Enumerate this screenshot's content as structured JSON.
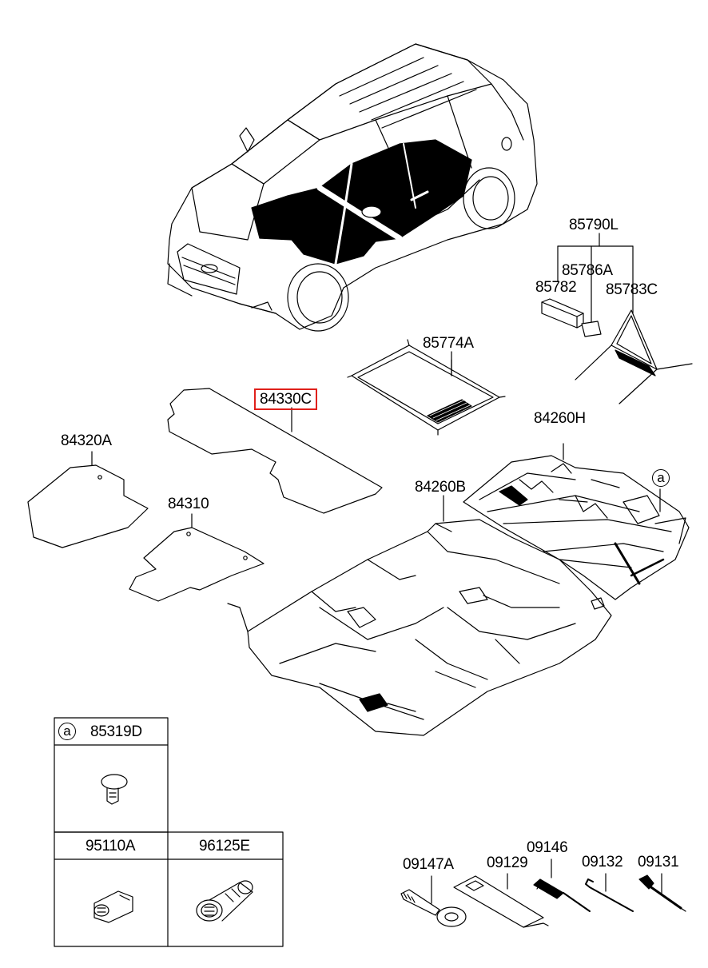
{
  "parts": {
    "p85790L": "85790L",
    "p85786A": "85786A",
    "p85782": "85782",
    "p85783C": "85783C",
    "p85774A": "85774A",
    "p84330C": "84330C",
    "p84320A": "84320A",
    "p84260H": "84260H",
    "p84260B": "84260B",
    "p84310": "84310",
    "p85319D": "85319D",
    "p95110A": "95110A",
    "p96125E": "96125E",
    "p09147A": "09147A",
    "p09129": "09129",
    "p09146": "09146",
    "p09132": "09132",
    "p09131": "09131"
  },
  "markers": {
    "floor_ref": "a",
    "table_ref": "a"
  },
  "highlight_color": "#e0201b"
}
